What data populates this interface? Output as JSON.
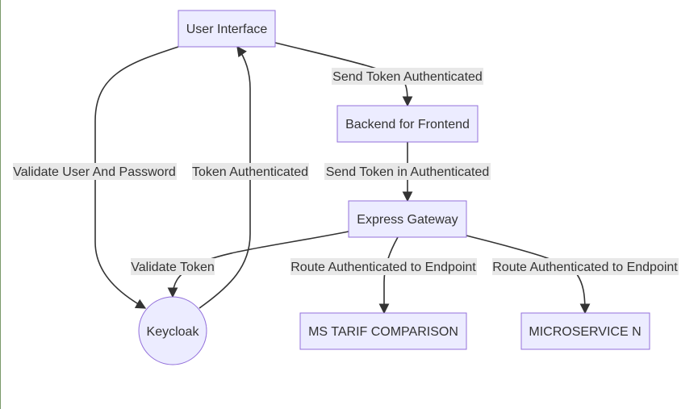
{
  "nodes": {
    "user_interface": "User Interface",
    "bff": "Backend for Frontend",
    "express_gateway": "Express Gateway",
    "keycloak": "Keycloak",
    "ms_tarif": "MS TARIF COMPARISON",
    "microservice_n": "MICROSERVICE N"
  },
  "edges": {
    "send_token_authenticated": "Send Token Authenticated",
    "send_token_in_authenticated": "Send Token in Authenticated",
    "validate_user_password": "Validate User And Password",
    "token_authenticated": "Token Authenticated",
    "validate_token": "Validate Token",
    "route_ms_tarif": "Route Authenticated to Endpoint",
    "route_ms_n": "Route Authenticated to Endpoint"
  },
  "colors": {
    "node_fill": "#ececff",
    "node_border": "#9370db",
    "edge": "#333333",
    "label_bg": "#e8e8e8"
  }
}
